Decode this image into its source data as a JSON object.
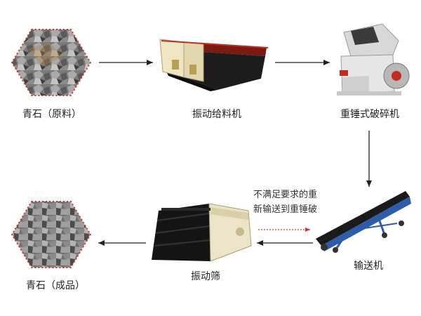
{
  "nodes": {
    "raw": {
      "label": "青石（原料）"
    },
    "feeder": {
      "label": "振动给料机"
    },
    "crusher": {
      "label": "重锤式破碎机"
    },
    "conveyor": {
      "label": "输送机"
    },
    "screen": {
      "label": "振动筛"
    },
    "product": {
      "label": "青石（成品）"
    }
  },
  "note": {
    "line1": "不满足要求的重",
    "line2": "新输送到重锤破"
  },
  "colors": {
    "arrow": "#222222",
    "dashed_return": "#d23030",
    "hex_border": "#d23030"
  }
}
